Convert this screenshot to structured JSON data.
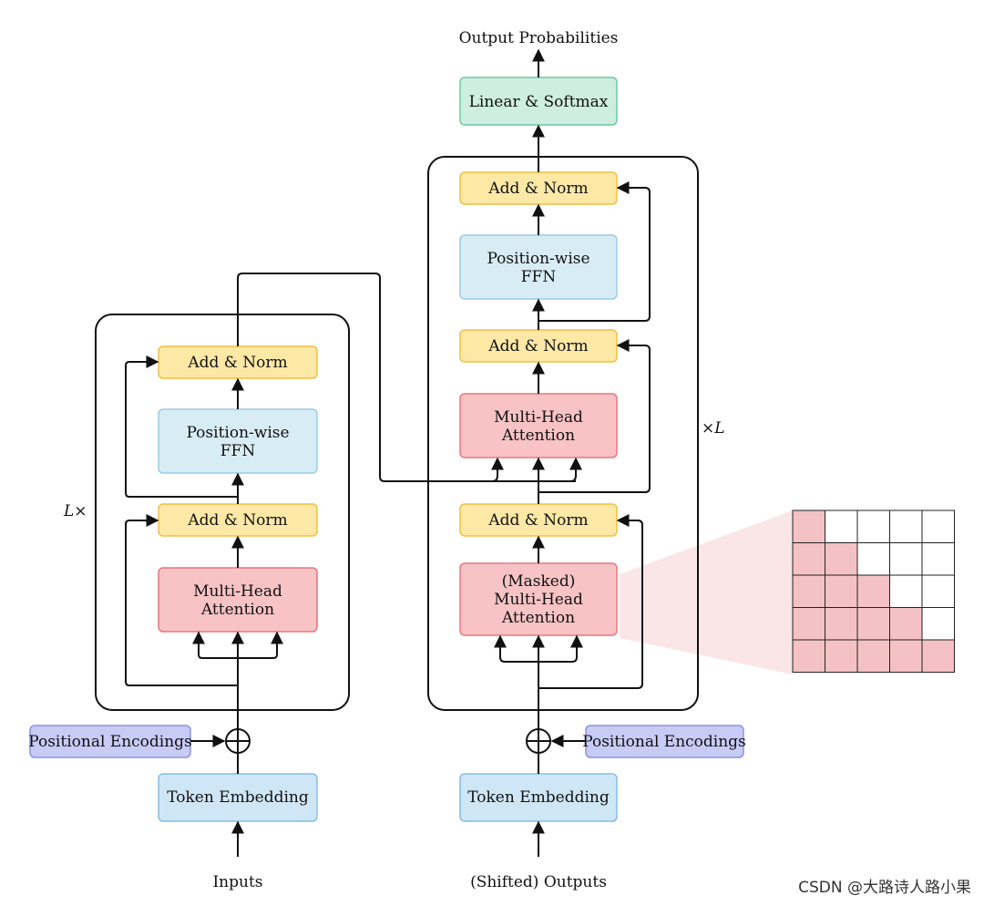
{
  "encoder": {
    "repeat_label": "L×",
    "add_norm_top": "Add & Norm",
    "ffn_line1": "Position-wise",
    "ffn_line2": "FFN",
    "add_norm_bottom": "Add & Norm",
    "mha_line1": "Multi-Head",
    "mha_line2": "Attention",
    "positional_encodings": "Positional Encodings",
    "token_embedding": "Token Embedding",
    "input_label": "Inputs"
  },
  "decoder": {
    "repeat_label": "×L",
    "linear_softmax": "Linear & Softmax",
    "output_label": "Output Probabilities",
    "add_norm_top": "Add & Norm",
    "ffn_line1": "Position-wise",
    "ffn_line2": "FFN",
    "add_norm_middle": "Add & Norm",
    "cross_mha_line1": "Multi-Head",
    "cross_mha_line2": "Attention",
    "add_norm_bottom": "Add & Norm",
    "masked_line1": "(Masked)",
    "masked_line2": "Multi-Head",
    "masked_line3": "Attention",
    "positional_encodings": "Positional Encodings",
    "token_embedding": "Token Embedding",
    "input_label": "(Shifted) Outputs"
  },
  "mask_grid": {
    "size": 5,
    "filled_color": "#f4c2c4",
    "empty_color": "#ffffff",
    "cone_color": "#fbe3e4"
  },
  "colors": {
    "add_norm_fill": "#fde8a6",
    "add_norm_stroke": "#f2bf43",
    "ffn_fill": "#d8ecf5",
    "ffn_stroke": "#9bcbe6",
    "attention_fill": "#f7c3c5",
    "attention_stroke": "#e8777d",
    "embedding_fill": "#cfe6f6",
    "embedding_stroke": "#86bde3",
    "posenc_fill": "#c7cbf6",
    "posenc_stroke": "#8b93e6",
    "softmax_fill": "#cdeee0",
    "softmax_stroke": "#6cc8a4"
  },
  "watermark": "CSDN @大路诗人路小果"
}
